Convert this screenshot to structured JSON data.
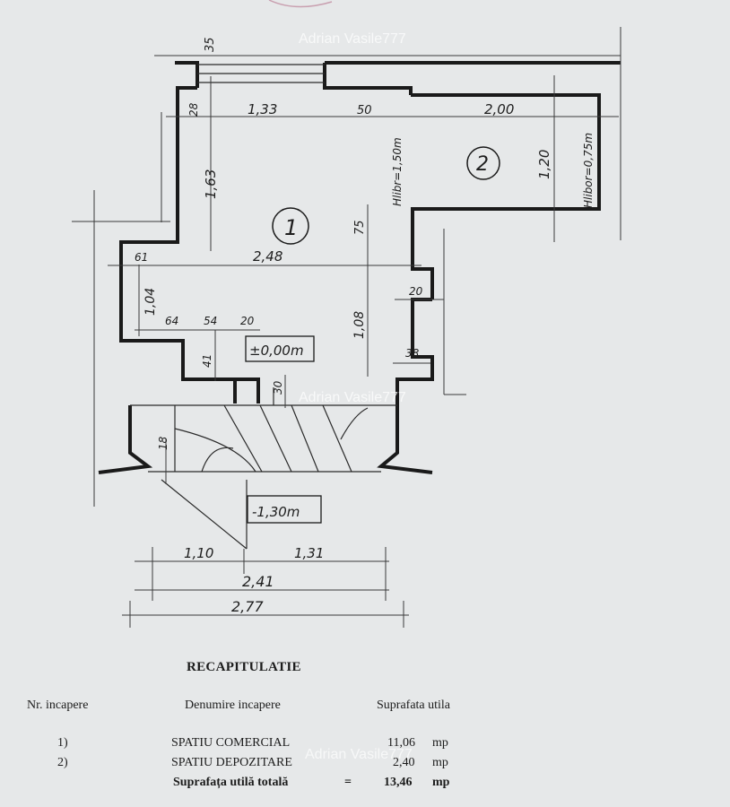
{
  "watermark": "Adrian Vasile777",
  "plan": {
    "room_labels": [
      "1",
      "2"
    ],
    "level_main": "±0,00m",
    "level_stairs": "-1,30m",
    "height_room1": "Hlibr=1,50m",
    "height_room2": "Hlibor=0,75m",
    "dims": {
      "d35": "35",
      "d28": "28",
      "d133": "1,33",
      "d50": "50",
      "d200": "2,00",
      "d163": "1,63",
      "d120": "1,20",
      "d75": "75",
      "d61": "61",
      "d248": "2,48",
      "d104": "1,04",
      "d20a": "20",
      "d64": "64",
      "d54": "54",
      "d20b": "20",
      "d108": "1,08",
      "d41": "41",
      "d38": "38",
      "d30": "30",
      "d18": "18",
      "d110": "1,10",
      "d131": "1,31",
      "d241": "2,41",
      "d277": "2,77"
    }
  },
  "summary": {
    "title": "RECAPITULATIE",
    "headers": [
      "Nr. incapere",
      "Denumire incapere",
      "Suprafata utila"
    ],
    "rows": [
      {
        "nr": "1)",
        "name": "SPATIU COMERCIAL",
        "area": "11,06",
        "unit": "mp"
      },
      {
        "nr": "2)",
        "name": "SPATIU DEPOZITARE",
        "area": "2,40",
        "unit": "mp"
      }
    ],
    "total": {
      "label": "Suprafața utilă totală",
      "eq": "=",
      "area": "13,46",
      "unit": "mp"
    }
  }
}
